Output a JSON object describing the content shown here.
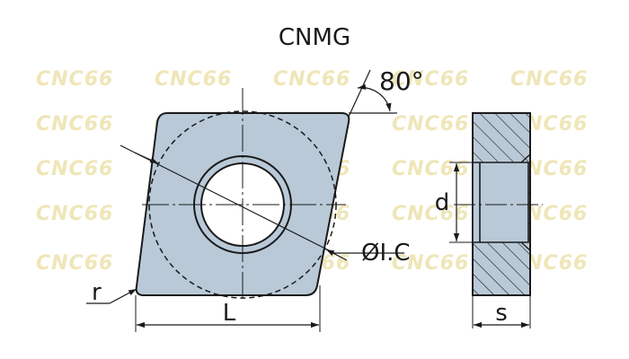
{
  "title": "CNMG",
  "watermark": "CNC66",
  "labels": {
    "angle": "80°",
    "inscribed_circle": "ØI.C",
    "corner_radius": "r",
    "length": "L",
    "hole_diameter": "d",
    "thickness": "s"
  },
  "colors": {
    "insert_fill": "#b9c9d8",
    "line": "#1a1a1a",
    "watermark": "#efe6b8",
    "background": "#ffffff"
  }
}
